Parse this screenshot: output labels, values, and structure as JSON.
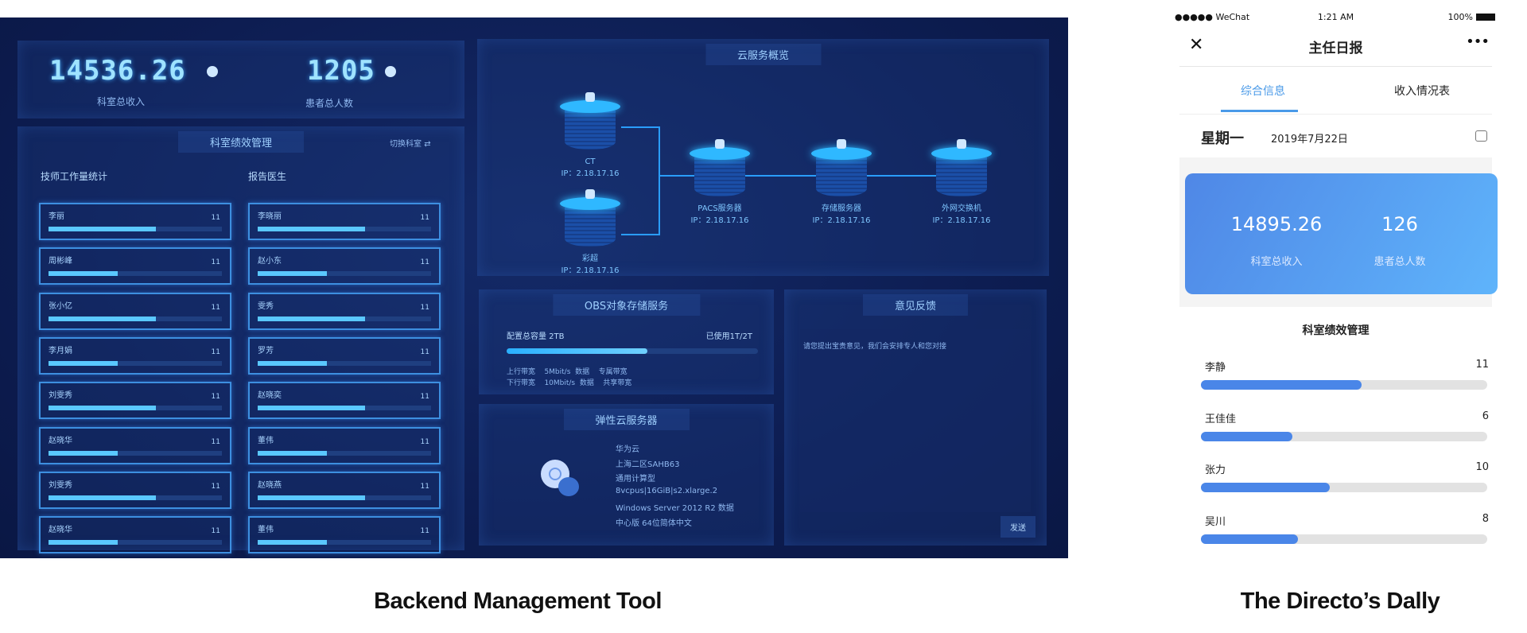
{
  "dashboard": {
    "stats": {
      "revenue_value": "14536.26",
      "revenue_label": "科室总收入",
      "patients_value": "1205",
      "patients_label": "患者总人数"
    },
    "performance": {
      "title": "科室绩效管理",
      "switch_label": "切换科室",
      "left_header": "技师工作量统计",
      "right_header": "报告医生",
      "left_rows": [
        {
          "name": "李丽",
          "value": "11",
          "fill": 0.62
        },
        {
          "name": "周彬峰",
          "value": "11",
          "fill": 0.4
        },
        {
          "name": "张小亿",
          "value": "11",
          "fill": 0.62
        },
        {
          "name": "李月娟",
          "value": "11",
          "fill": 0.4
        },
        {
          "name": "刘雯秀",
          "value": "11",
          "fill": 0.62
        },
        {
          "name": "赵晓华",
          "value": "11",
          "fill": 0.4
        },
        {
          "name": "刘雯秀",
          "value": "11",
          "fill": 0.62
        },
        {
          "name": "赵晓华",
          "value": "11",
          "fill": 0.4
        }
      ],
      "right_rows": [
        {
          "name": "李晓丽",
          "value": "11",
          "fill": 0.62
        },
        {
          "name": "赵小东",
          "value": "11",
          "fill": 0.4
        },
        {
          "name": "雯秀",
          "value": "11",
          "fill": 0.62
        },
        {
          "name": "罗芳",
          "value": "11",
          "fill": 0.4
        },
        {
          "name": "赵晓奕",
          "value": "11",
          "fill": 0.62
        },
        {
          "name": "董伟",
          "value": "11",
          "fill": 0.4
        },
        {
          "name": "赵晓燕",
          "value": "11",
          "fill": 0.62
        },
        {
          "name": "董伟",
          "value": "11",
          "fill": 0.4
        }
      ]
    },
    "cloud": {
      "title": "云服务概览",
      "nodes": [
        {
          "name": "CT",
          "ip": "IP：2.18.17.16"
        },
        {
          "name": "彩超",
          "ip": "IP：2.18.17.16"
        },
        {
          "name": "PACS服务器",
          "ip": "IP：2.18.17.16"
        },
        {
          "name": "存储服务器",
          "ip": "IP：2.18.17.16"
        },
        {
          "name": "外网交换机",
          "ip": "IP：2.18.17.16"
        }
      ]
    },
    "obs": {
      "title": "OBS对象存储服务",
      "capacity": "配置总容量 2TB",
      "used": "已使用1T/2T",
      "used_fraction": 0.56,
      "line1": "上行带宽    5Mbit/s  数据    专属带宽",
      "line2": "下行带宽    10Mbit/s  数据    共享带宽"
    },
    "server": {
      "title": "弹性云服务器",
      "lines": [
        "华为云",
        "上海二区SAHB63",
        "通用计算型",
        "8vcpus|16GiB|s2.xlarge.2",
        "Windows Server 2012 R2 数据",
        "中心版 64位简体中文"
      ]
    },
    "feedback": {
      "title": "意见反馈",
      "placeholder": "请您提出宝贵意见，我们会安排专人和您对接",
      "send": "发送"
    }
  },
  "phone": {
    "status": {
      "carrier": "●●●●● WeChat",
      "time": "1:21 AM",
      "battery": "100%"
    },
    "title": "主任日报",
    "tabs": [
      "综合信息",
      "收入情况表"
    ],
    "weekday": "星期一",
    "date": "2019年7月22日",
    "card": {
      "revenue": "14895.26",
      "revenue_label": "科室总收入",
      "patients": "126",
      "patients_label": "患者总人数"
    },
    "section_title": "科室绩效管理",
    "rows": [
      {
        "name": "李静",
        "value": "11",
        "fill": 0.56
      },
      {
        "name": "王佳佳",
        "value": "6",
        "fill": 0.32
      },
      {
        "name": "张力",
        "value": "10",
        "fill": 0.45
      },
      {
        "name": "吴川",
        "value": "8",
        "fill": 0.34
      }
    ]
  },
  "captions": {
    "left": "Backend Management Tool",
    "right": "The Directo’s Dally"
  },
  "colors": {
    "dash_bg": "#0d1d52",
    "accent": "#5ac8ff",
    "phone_accent": "#4a86e8"
  }
}
